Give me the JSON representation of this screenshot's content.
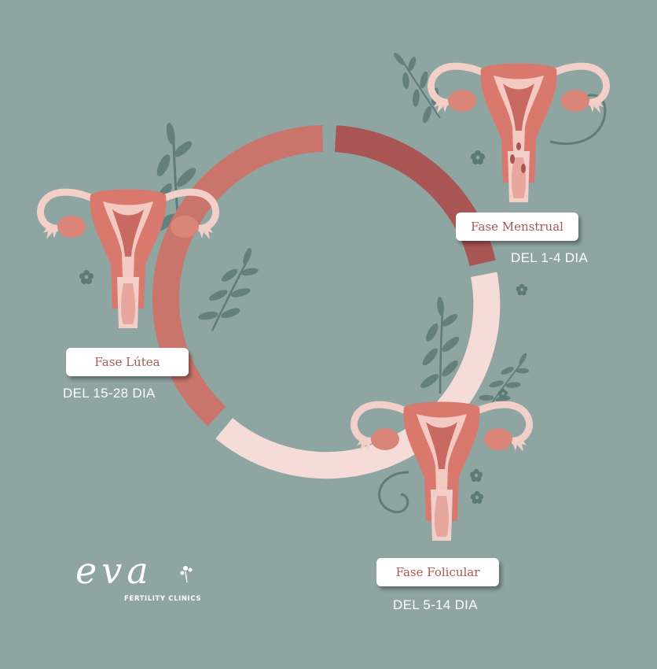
{
  "colors": {
    "background": "#8ea5a2",
    "menstrual_arc": "#a95553",
    "lutea_arc": "#c9756b",
    "folicular_arc": "#f6dcd8",
    "leaf": "#63807c"
  },
  "phases": {
    "menstrual": {
      "name": "Fase Menstrual",
      "days": "DEL 1-4 DIA"
    },
    "folicular": {
      "name": "Fase Folicular",
      "days": "DEL 5-14 DIA"
    },
    "lutea": {
      "name": "Fase Lútea",
      "days": "DEL 15-28 DIA"
    }
  },
  "logo": {
    "wordmark": "eva",
    "tagline": "FERTILITY CLINICS"
  }
}
